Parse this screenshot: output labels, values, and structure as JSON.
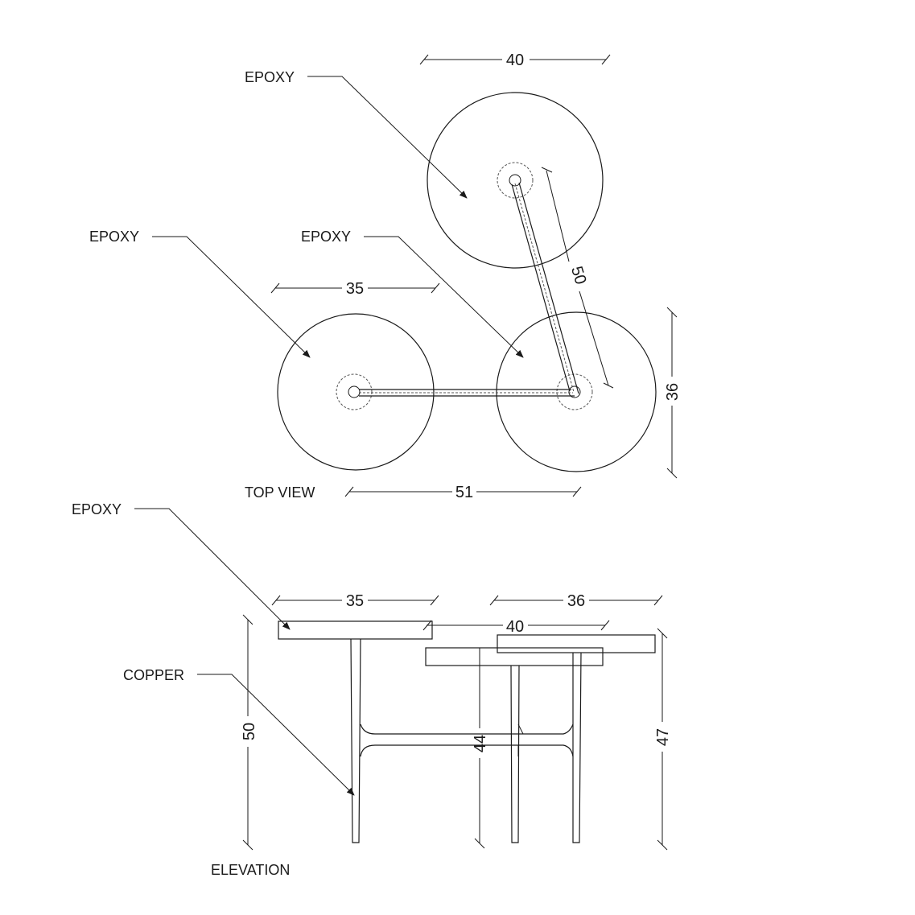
{
  "labels": {
    "epoxy_top_large": "EPOXY",
    "epoxy_left": "EPOXY",
    "epoxy_center": "EPOXY",
    "top_view": "TOP VIEW",
    "epoxy_elevation": "EPOXY",
    "copper": "COPPER",
    "elevation": "ELEVATION"
  },
  "dimensions": {
    "top_large_diameter": "40",
    "top_small_diameter": "35",
    "top_link_length": "50",
    "top_right_diameter": "36",
    "top_overall_width": "51",
    "elev_small_width": "35",
    "elev_right_width": "36",
    "elev_large_width": "40",
    "elev_height_left": "50",
    "elev_height_middle": "44",
    "elev_height_right": "47"
  }
}
